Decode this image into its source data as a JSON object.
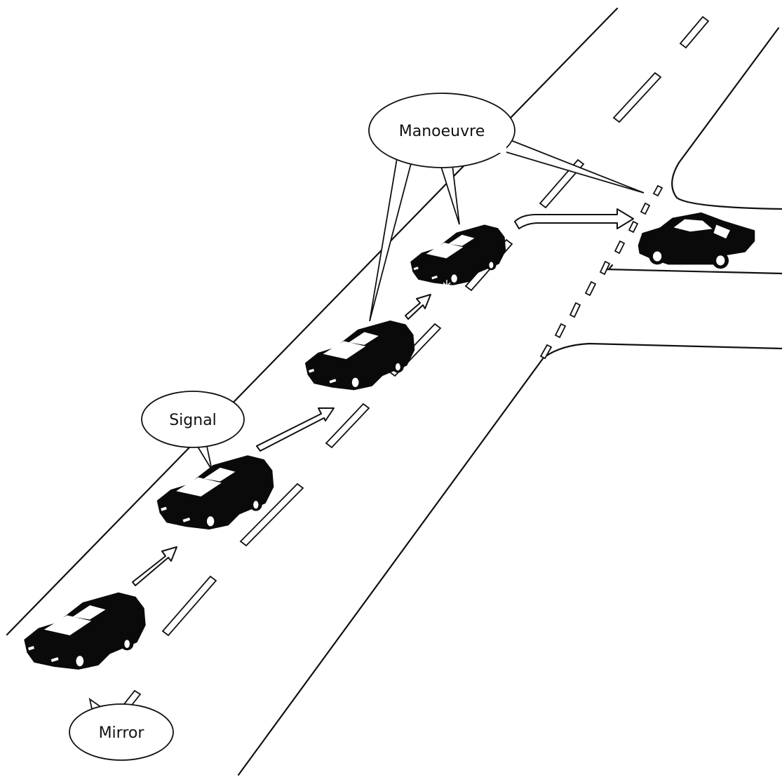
{
  "labels": {
    "mirror": "Mirror",
    "signal": "Signal",
    "manoeuvre": "Manoeuvre"
  },
  "colors": {
    "ink": "#111111",
    "background": "#ffffff"
  }
}
